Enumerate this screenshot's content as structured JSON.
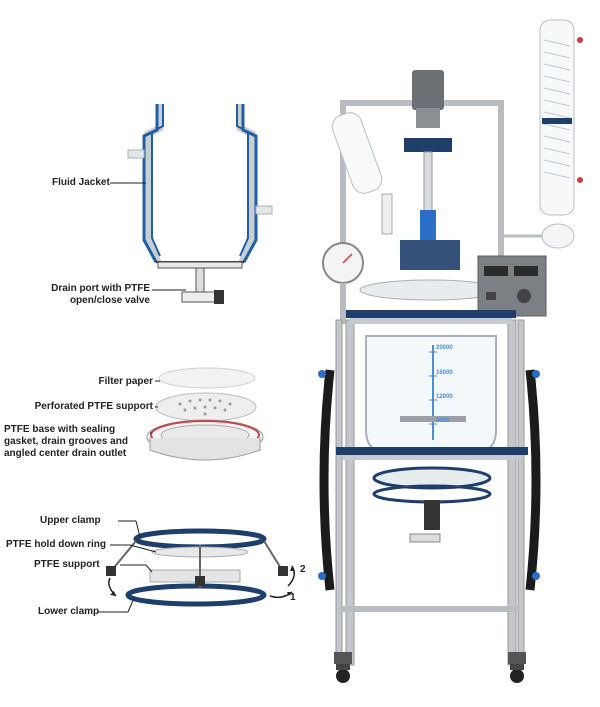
{
  "labels": {
    "fluid_jacket": "Fluid Jacket",
    "drain_port_line1": "Drain port with PTFE",
    "drain_port_line2": "open/close valve",
    "filter_paper": "Filter paper",
    "perforated_support": "Perforated PTFE support",
    "ptfe_base_line1": "PTFE base with sealing",
    "ptfe_base_line2": "gasket, drain grooves and",
    "ptfe_base_line3": "angled center drain outlet",
    "upper_clamp": "Upper clamp",
    "hold_down_ring": "PTFE hold down ring",
    "ptfe_support": "PTFE support",
    "lower_clamp": "Lower clamp"
  },
  "arrows": {
    "step1": "1",
    "step2": "2"
  },
  "vessel_scale": [
    "20000",
    "16000",
    "12000",
    "8000"
  ],
  "colors": {
    "jacket_blue": "#1f5fa8",
    "frame_steel": "#b9bcc0",
    "dark_blue": "#1e3f6b",
    "controller_gray": "#7c7f83"
  }
}
